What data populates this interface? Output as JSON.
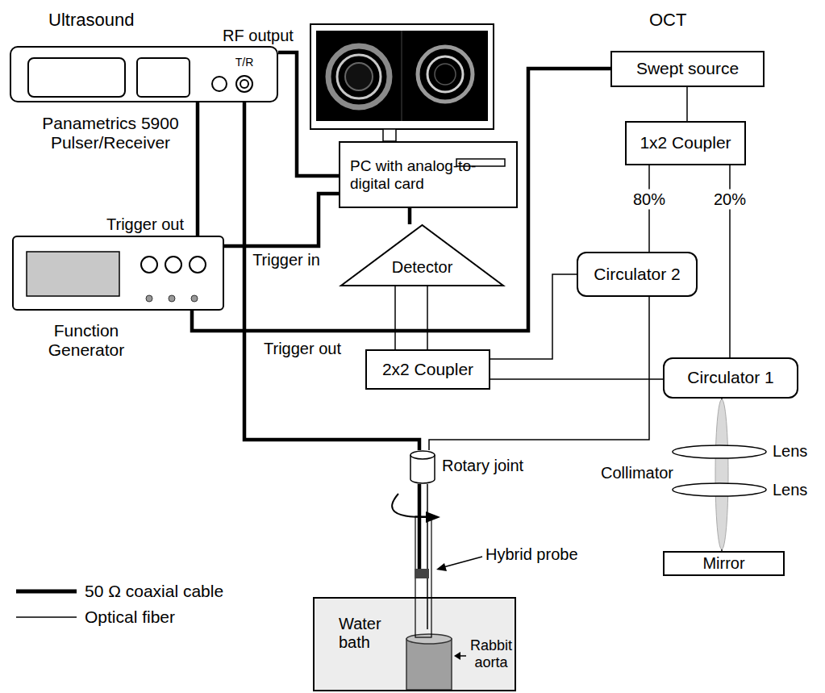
{
  "diagram": {
    "nodes": [
      {
        "text": [
          "Ultrasound",
          "T/R",
          "Panametrics 5900 Pulser/Receiver"
        ]
      },
      {
        "text": [
          "PC with analog-to-digital card"
        ]
      },
      {
        "text": [
          "Swept source"
        ]
      },
      {
        "text": [
          "1x2 Coupler"
        ]
      },
      {
        "text": [
          "Function Generator"
        ]
      },
      {
        "text": [
          "Detector"
        ]
      },
      {
        "text": [
          "Circulator 2"
        ]
      },
      {
        "text": [
          "2x2 Coupler"
        ]
      },
      {
        "text": [
          "Circulator 1"
        ]
      },
      {
        "text": [
          "Rotary joint"
        ]
      },
      {
        "text": [
          "Mirror"
        ]
      },
      {
        "text": [
          "Water bath"
        ]
      }
    ],
    "edges": [
      {
        "from": 0,
        "to": 1,
        "label": "RF output",
        "arrow": "none"
      },
      {
        "from": 0,
        "to": 4,
        "label": "Trigger out",
        "arrow": "none"
      },
      {
        "from": 4,
        "to": 1,
        "label": "Trigger in",
        "arrow": "none"
      },
      {
        "from": 2,
        "to": 4,
        "label": "Trigger out",
        "arrow": "none"
      },
      {
        "from": 5,
        "to": 1,
        "arrow": "none"
      },
      {
        "from": 0,
        "to": 9,
        "arrow": "none"
      },
      {
        "from": 2,
        "to": 3,
        "arrow": "none"
      },
      {
        "from": 3,
        "to": 6,
        "label": "80%",
        "arrow": "none"
      },
      {
        "from": 3,
        "to": 8,
        "label": "20%",
        "arrow": "none"
      },
      {
        "from": 6,
        "to": 9,
        "arrow": "none"
      },
      {
        "from": 6,
        "to": 7,
        "arrow": "none"
      },
      {
        "from": 8,
        "to": 7,
        "arrow": "none"
      },
      {
        "from": 8,
        "to": 10,
        "arrow": "none"
      },
      {
        "from": 7,
        "to": 5,
        "arrow": "none"
      },
      {
        "from": 7,
        "to": 5,
        "arrow": "none"
      }
    ],
    "labels": [
      "OCT",
      "Hybrid probe",
      "Collimator",
      "Lens",
      "Lens",
      "Rabbit aorta"
    ],
    "legend": [
      {
        "text": "50 Ω coaxial cable"
      },
      {
        "text": "Optical fiber"
      }
    ]
  }
}
